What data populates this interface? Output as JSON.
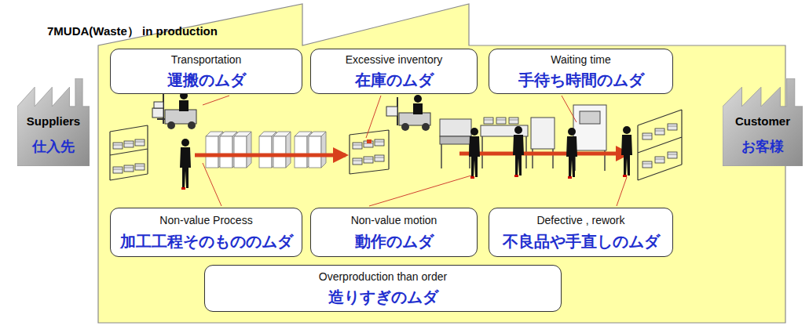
{
  "diagram": {
    "title": "7MUDA(Waste） in production",
    "nodes": [
      {
        "text": [
          "Suppliers",
          "仕入先"
        ]
      },
      {
        "text": [
          "Transportation",
          "運搬のムダ"
        ]
      },
      {
        "text": [
          "Excessive inventory",
          "在庫のムダ"
        ]
      },
      {
        "text": [
          "Waiting time",
          "手待ち時間のムダ"
        ]
      },
      {
        "text": [
          "Non-value Process",
          "加工工程そのもののムダ"
        ]
      },
      {
        "text": [
          "Non-value motion",
          "動作のムダ"
        ]
      },
      {
        "text": [
          "Defective , rework",
          "不良品や手直しのムダ"
        ]
      },
      {
        "text": [
          "Overproduction than order",
          "造りすぎのムダ"
        ]
      },
      {
        "text": [
          "Customer",
          "お客様"
        ]
      }
    ]
  }
}
